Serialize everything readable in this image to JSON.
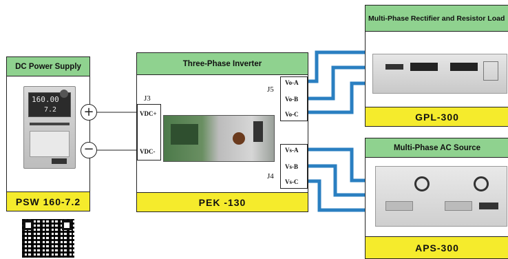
{
  "dc_supply": {
    "title": "DC Power Supply",
    "model": "PSW 160-7.2",
    "display_v": "160.00",
    "display_a": "7.2"
  },
  "inverter": {
    "title": "Three-Phase Inverter",
    "model": "PEK -130",
    "j3": "J3",
    "j4": "J4",
    "j5": "J5",
    "vdc_plus": "VDC+",
    "vdc_minus": "VDC-",
    "vo_a": "Vo-A",
    "vo_b": "Vo-B",
    "vo_c": "Vo-C",
    "vs_a": "Vs-A",
    "vs_b": "Vs-B",
    "vs_c": "Vs-C"
  },
  "rectifier_load": {
    "title": "Multi-Phase Rectifier and Resistor Load",
    "model": "GPL-300"
  },
  "ac_source": {
    "title": "Multi-Phase AC Source",
    "model": "APS-300"
  },
  "colors": {
    "header_green": "#8fd28f",
    "footer_yellow": "#f5eb2c",
    "wire_blue": "#2a7fc1"
  }
}
